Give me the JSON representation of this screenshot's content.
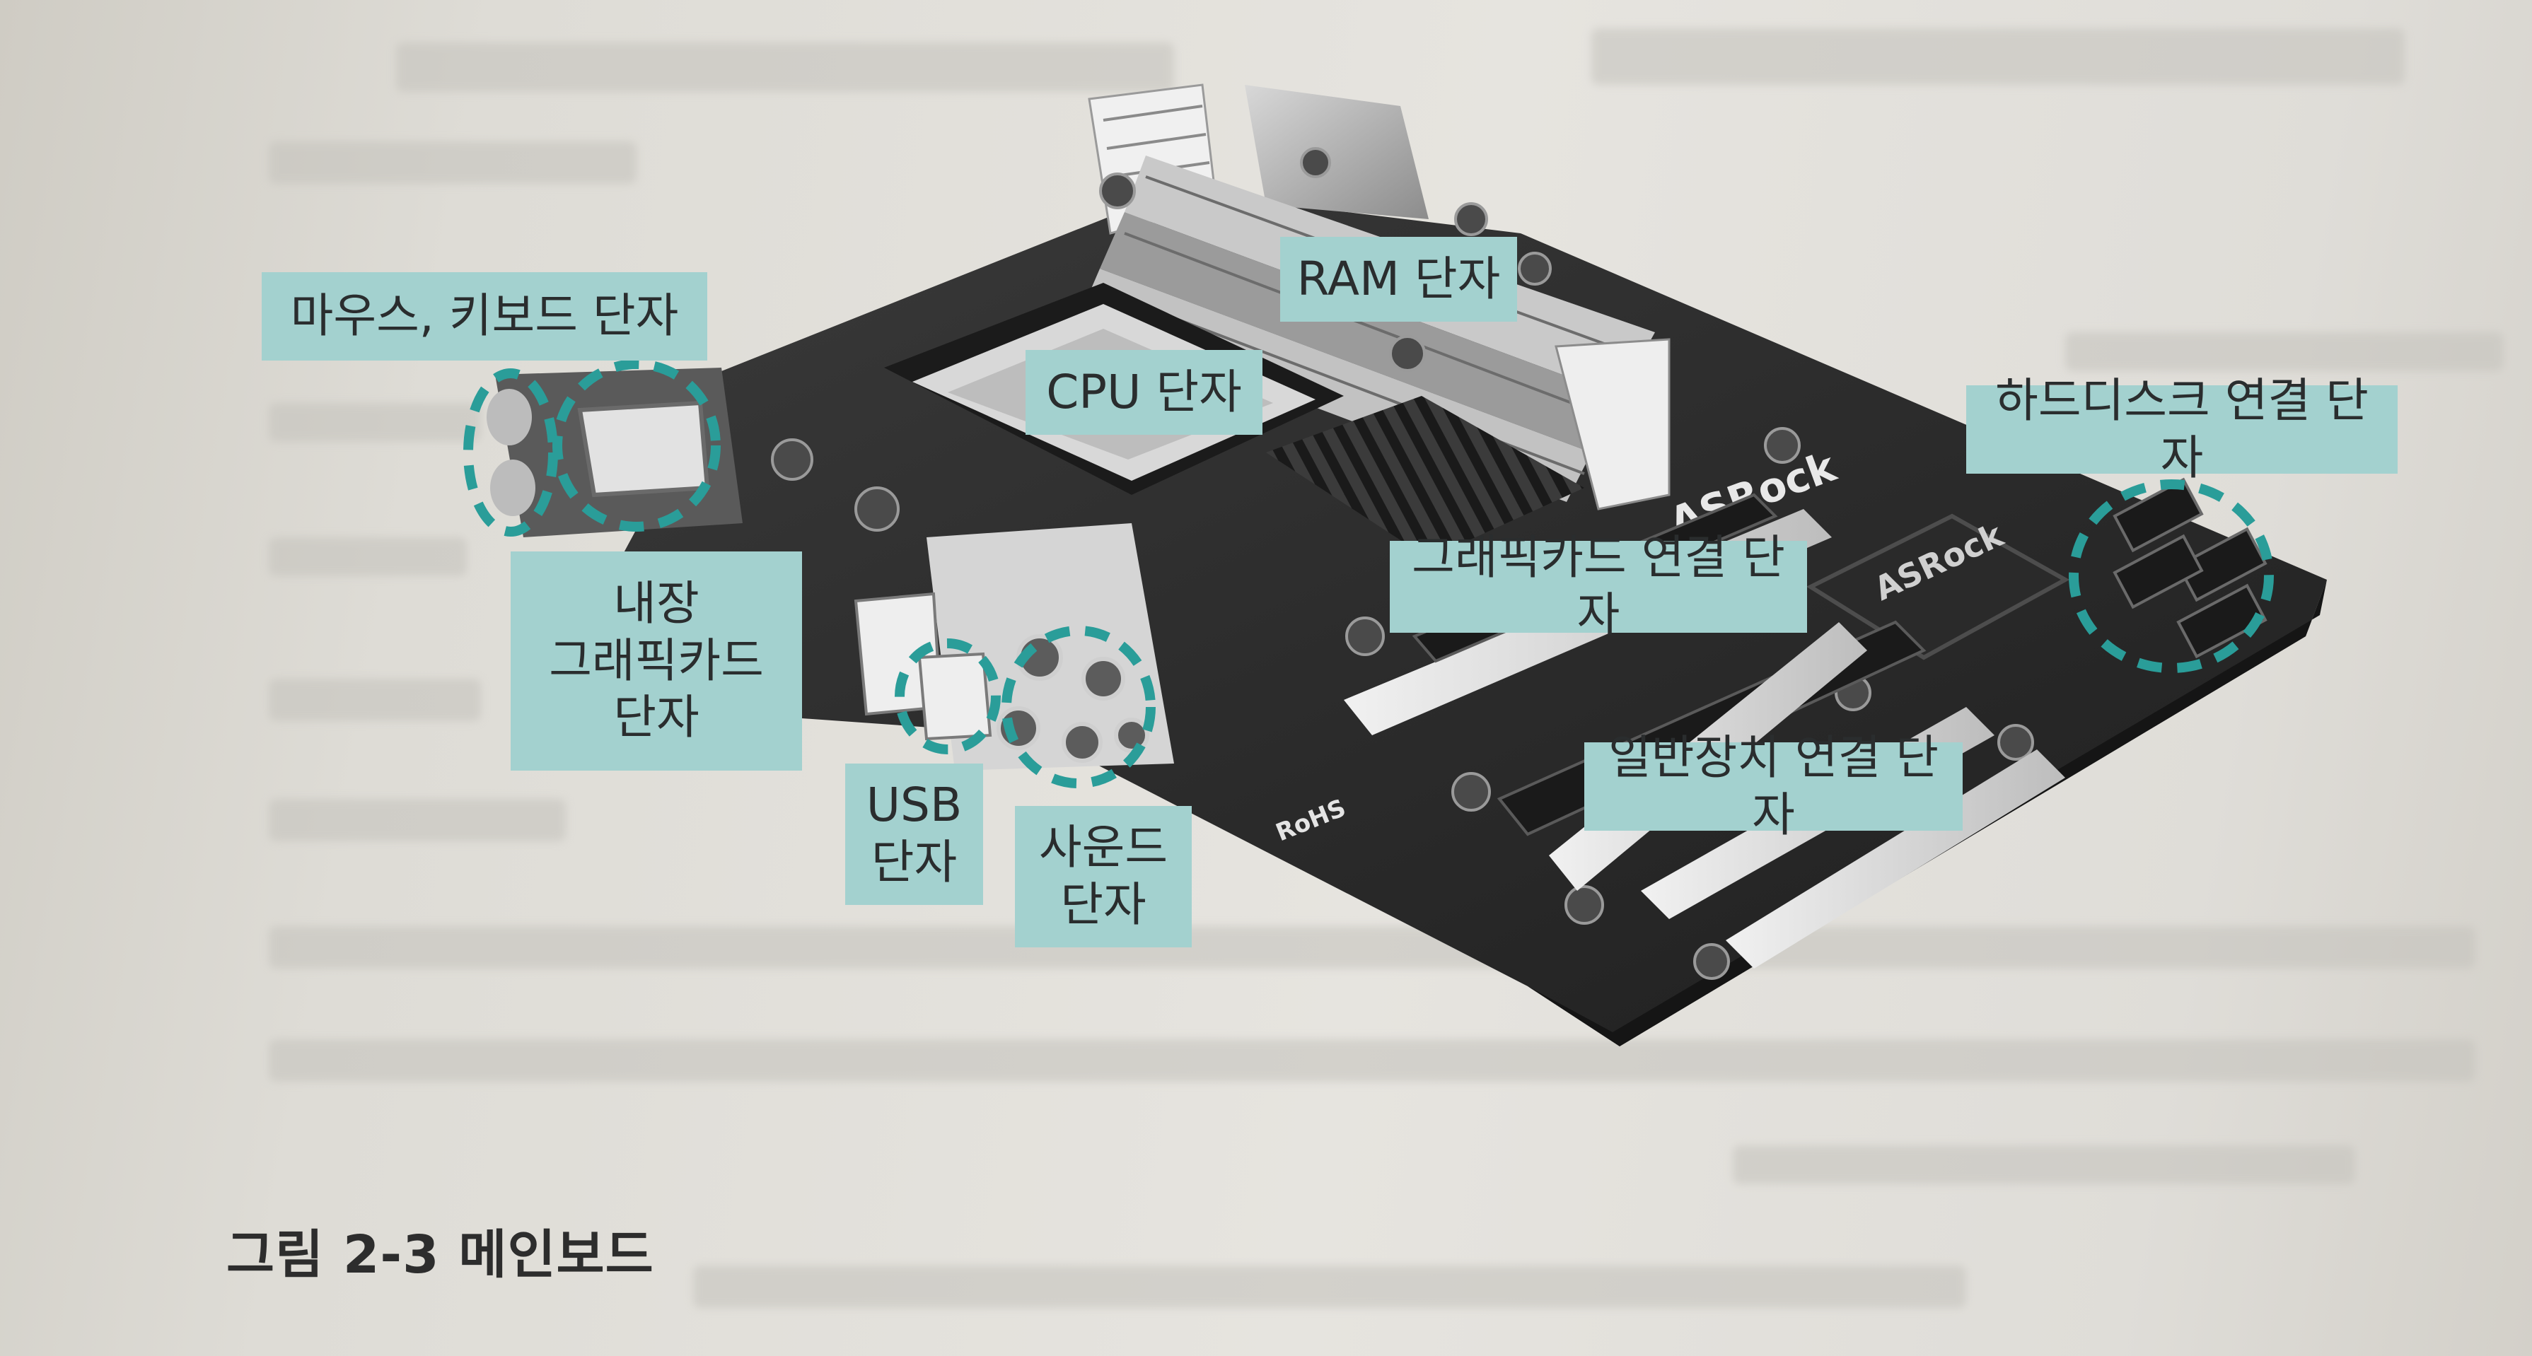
{
  "figure": {
    "caption": "그림 2-3 메인보드",
    "image": {
      "icon": "motherboard-photo",
      "board_brand": "ASRock",
      "chip_label": "ASRock",
      "rohs_mark": "RoHS"
    },
    "labels": {
      "mouse_keyboard": "마우스, 키보드 단자",
      "ram": "RAM 단자",
      "cpu": "CPU 단자",
      "hard_disk": "하드디스크 연결 단자",
      "onboard_graphics": "내장\n그래픽카드\n단자",
      "graphics_card": "그래픽카드 연결 단자",
      "general_device": "일반장치 연결 단자",
      "usb": "USB\n단자",
      "sound": "사운드\n단자"
    },
    "colors": {
      "label_background": "#a3d1cf",
      "highlight_ring": "#2a9d99",
      "paper": "#e3e1dc"
    }
  }
}
